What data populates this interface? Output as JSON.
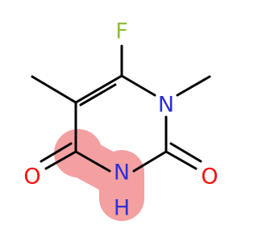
{
  "molecule": {
    "atoms": {
      "fluorine": "F",
      "n1": "N",
      "n3": "H",
      "n3_symbol": "N",
      "o2": "O",
      "o4": "O"
    },
    "colors": {
      "fluorine": "#8fbf3a",
      "nitrogen": "#2e2ee0",
      "oxygen": "#ff0d0d",
      "bond": "#000000",
      "highlight": "#f4a0a0"
    }
  }
}
